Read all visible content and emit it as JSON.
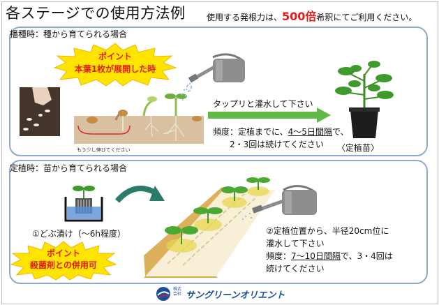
{
  "header": {
    "title": "各ステージでの使用方法例",
    "note_prefix": "使用する発根力は、",
    "note_rate": "500倍",
    "note_suffix": "希釈にてご利用ください。"
  },
  "sowing": {
    "label": "播種時：種から育てられる場合",
    "point_title": "ポイント",
    "point_text": "本葉1枚が展開した時",
    "instruction": "タップリと灌水して下さい",
    "frequency_prefix": "頻度：定植までに、",
    "frequency_interval": "4～5日間隔",
    "frequency_suffix": "で、",
    "frequency_line2": "2・3回は続けてください",
    "soil_note": "もう少し伸びてください",
    "seedling_caption": "〈定植苗〉"
  },
  "transplant": {
    "label": "定植時：苗から育てられる場合",
    "step1": "①どぶ漬け（～6h程度）",
    "point_title": "ポイント",
    "point_text": "殺菌剤との併用可",
    "step2_line1": "②定植位置から、半径20cm位に",
    "step2_line2": "灌水して下さい",
    "frequency_prefix": "頻度：",
    "frequency_interval": "7～10日間隔",
    "frequency_suffix": "で、3・4回は",
    "frequency_line2": "続けてください"
  },
  "footer": {
    "company_small": "株式会社",
    "company": "サングリーンオリエント"
  },
  "colors": {
    "panel_border": "#8ea9cc",
    "accent_red": "#e31b1b",
    "star_fill": "#ffe400",
    "arrow_green": "#5fba46",
    "soil": "#d8c0a0",
    "footer_blue": "#1a4fa0"
  }
}
